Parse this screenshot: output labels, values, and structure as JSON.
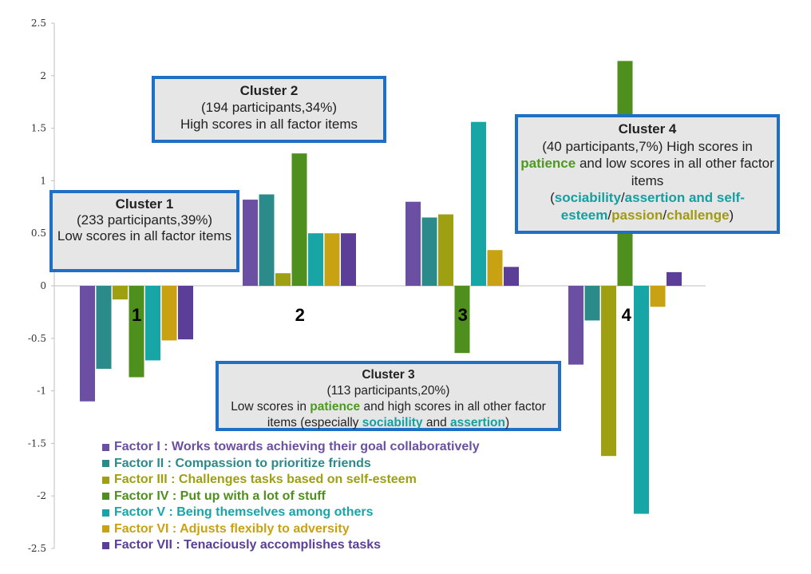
{
  "chart_data": {
    "type": "bar",
    "categories": [
      "1",
      "2",
      "3",
      "4"
    ],
    "ylim": [
      -2.5,
      2.5
    ],
    "yticks": [
      "2.5",
      "2",
      "1.5",
      "1",
      "0.5",
      "0",
      "-0.5",
      "-1",
      "-1.5",
      "-2",
      "-2.5"
    ],
    "series": [
      {
        "name": "Factor I : Works towards achieving their goal collaboratively",
        "color": "#6b4fa3",
        "values": [
          -1.1,
          0.82,
          0.8,
          -0.75
        ]
      },
      {
        "name": "Factor II : Compassion to prioritize friends",
        "color": "#2b8a8a",
        "values": [
          -0.79,
          0.87,
          0.65,
          -0.33
        ]
      },
      {
        "name": "Factor III : Challenges tasks based on self-esteem",
        "color": "#9ea012",
        "values": [
          -0.13,
          0.12,
          0.68,
          -1.62
        ]
      },
      {
        "name": "Factor IV :  Put up with a lot of stuff",
        "color": "#4f8f1e",
        "values": [
          -0.87,
          1.26,
          -0.64,
          2.14
        ]
      },
      {
        "name": "Factor V : Being themselves among others",
        "color": "#17a5a5",
        "values": [
          -0.71,
          0.5,
          1.56,
          -2.17
        ]
      },
      {
        "name": "Factor VI : Adjusts flexibly to adversity",
        "color": "#c9a214",
        "values": [
          -0.52,
          0.5,
          0.34,
          -0.2
        ]
      },
      {
        "name": "Factor VII : Tenaciously accomplishes tasks",
        "color": "#5a3e97",
        "values": [
          -0.51,
          0.5,
          0.18,
          0.13
        ]
      }
    ],
    "legend_colors": [
      "#6b4fa3",
      "#2b8a8a",
      "#9ea012",
      "#4f8f1e",
      "#17a5a5",
      "#c9a214",
      "#5a3e97"
    ],
    "legend_placement": "bottom-left",
    "grid": false
  },
  "annotations": {
    "cluster1": {
      "title": "Cluster 1",
      "line1": "(233 participants,39%)",
      "line2": "Low scores in all factor items"
    },
    "cluster2": {
      "title": "Cluster 2",
      "line1": "(194 participants,34%)",
      "line2": "High scores in all factor items"
    },
    "cluster3": {
      "title": "Cluster 3",
      "line1": "(113 participants,20%)",
      "t1": "Low scores in ",
      "patience": "patience",
      "t2": " and high scores in all other factor items (especially ",
      "sociability": "sociability",
      "t3": " and ",
      "assertion": "assertion",
      "t4": ")"
    },
    "cluster4": {
      "title": "Cluster 4",
      "t1": "(40 participants,7%) High scores in ",
      "patience": "patience",
      "t2": " and low scores in all other factor items",
      "t3": "(",
      "sociability": "sociability",
      "sep1": "/",
      "assertion": "assertion and self-esteem",
      "sep2": "/",
      "passion": "passion",
      "sep3": "/",
      "challenge": "challenge",
      "t4": ")"
    }
  }
}
